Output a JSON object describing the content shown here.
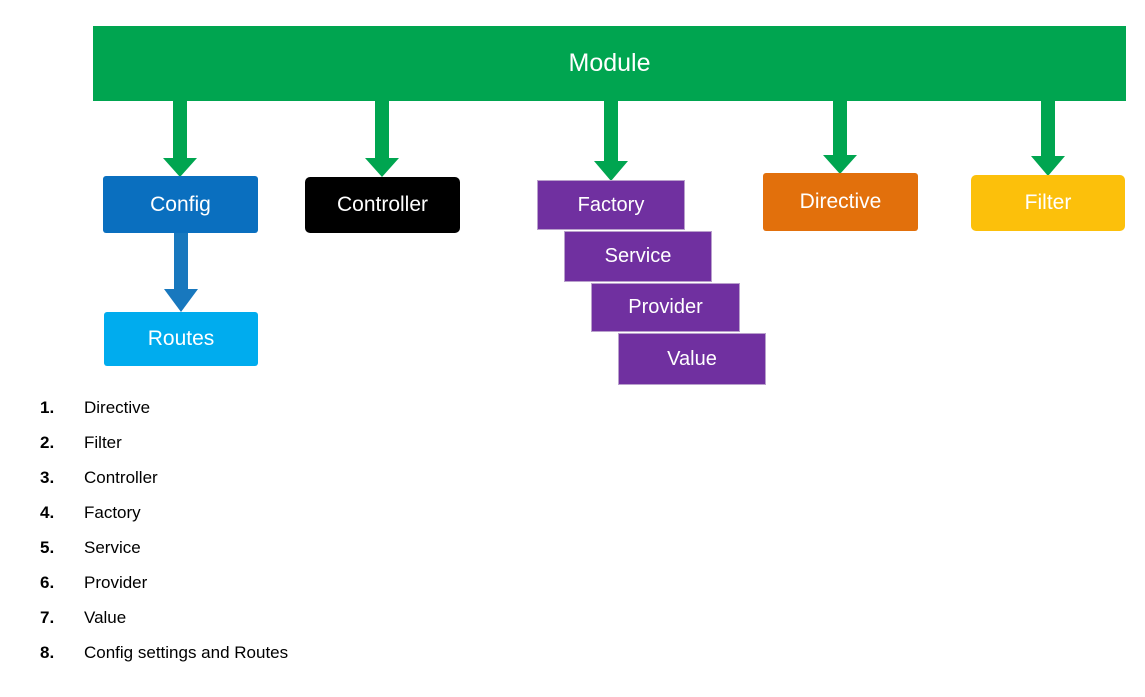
{
  "diagram": {
    "root": {
      "label": "Module",
      "color": "#00A550"
    },
    "children": [
      {
        "label": "Config",
        "color": "#0A6FBF"
      },
      {
        "label": "Controller",
        "color": "#000000"
      },
      {
        "label": "Factory",
        "color": "#7030A0"
      },
      {
        "label": "Directive",
        "color": "#E2700C"
      },
      {
        "label": "Filter",
        "color": "#FCC00B"
      }
    ],
    "factory_stack": [
      {
        "label": "Factory",
        "color": "#7030A0"
      },
      {
        "label": "Service",
        "color": "#7030A0"
      },
      {
        "label": "Provider",
        "color": "#7030A0"
      },
      {
        "label": "Value",
        "color": "#7030A0"
      }
    ],
    "config_child": {
      "label": "Routes",
      "color": "#00ACEE"
    },
    "arrow_colors": {
      "module": "#00A550",
      "config": "#1878BE"
    }
  },
  "list": {
    "items": [
      {
        "num": "1.",
        "text": "Directive"
      },
      {
        "num": "2.",
        "text": "Filter"
      },
      {
        "num": "3.",
        "text": "Controller"
      },
      {
        "num": "4.",
        "text": "Factory"
      },
      {
        "num": "5.",
        "text": "Service"
      },
      {
        "num": "6.",
        "text": "Provider"
      },
      {
        "num": "7.",
        "text": "Value"
      },
      {
        "num": "8.",
        "text": "Config settings and Routes"
      }
    ]
  }
}
